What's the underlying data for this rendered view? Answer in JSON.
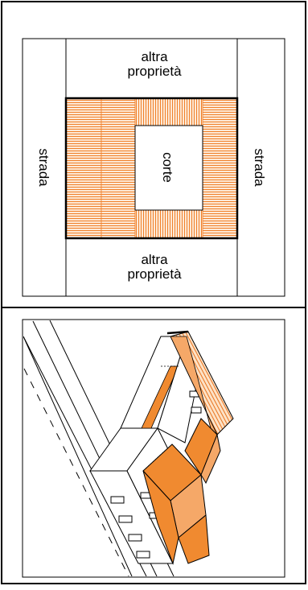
{
  "plan": {
    "top_label_line1": "altra",
    "top_label_line2": "proprietà",
    "bottom_label_line1": "altra",
    "bottom_label_line2": "proprietà",
    "left_label": "strada",
    "right_label": "strada",
    "center_label": "corte"
  },
  "colors": {
    "frame": "#000000",
    "hatch": "#f0802a",
    "hatch_fill": "#fbe3cc",
    "solid_orange": "#f08a30",
    "background": "#ffffff"
  },
  "icons": {
    "plan": "site-plan-drawing",
    "axonometric": "axonometric-building-drawing"
  }
}
